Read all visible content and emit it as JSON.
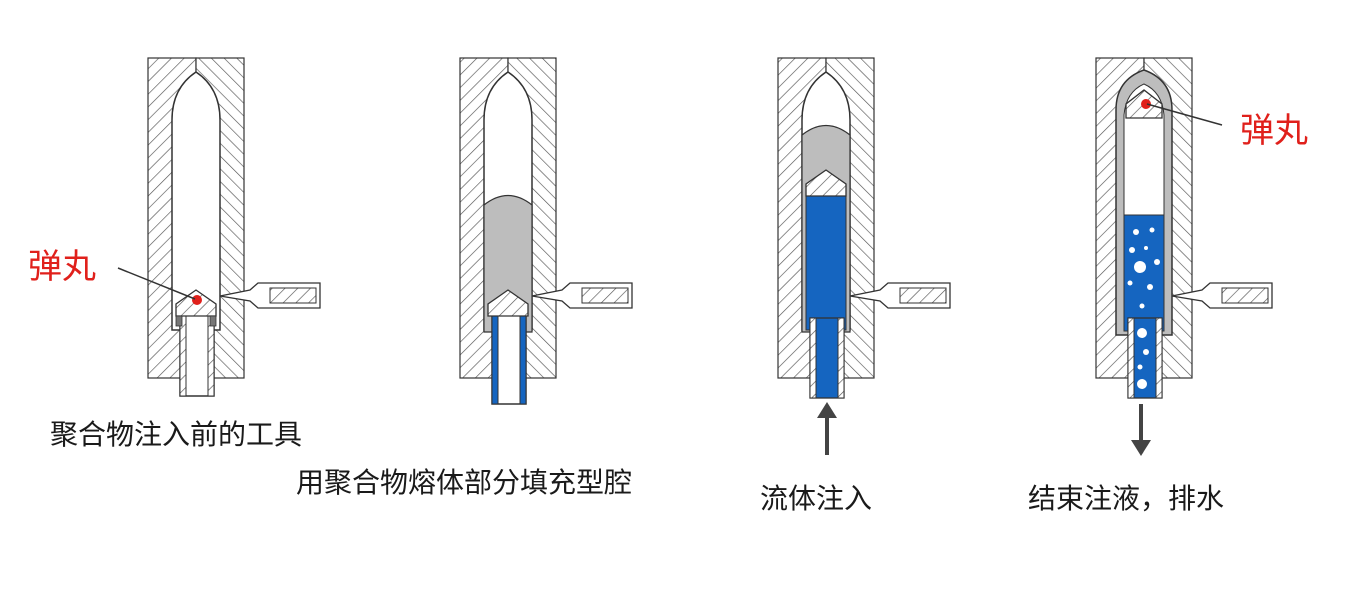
{
  "colors": {
    "hatch": "#555555",
    "mold_fill": "#ffffff",
    "polymer": "#bdbdbd",
    "fluid": "#1565c0",
    "callout": "#e0201b",
    "arrow": "#444444",
    "text": "#1a1a1a"
  },
  "stages": [
    {
      "caption": "聚合物注入前的工具"
    },
    {
      "caption": "用聚合物熔体部分填充型腔"
    },
    {
      "caption": "流体注入"
    },
    {
      "caption": "结束注液，排水"
    }
  ],
  "callouts": [
    {
      "label": "弹丸"
    },
    {
      "label": "弹丸"
    }
  ],
  "arrows": [
    "arrow-up-icon",
    "arrow-down-icon"
  ]
}
